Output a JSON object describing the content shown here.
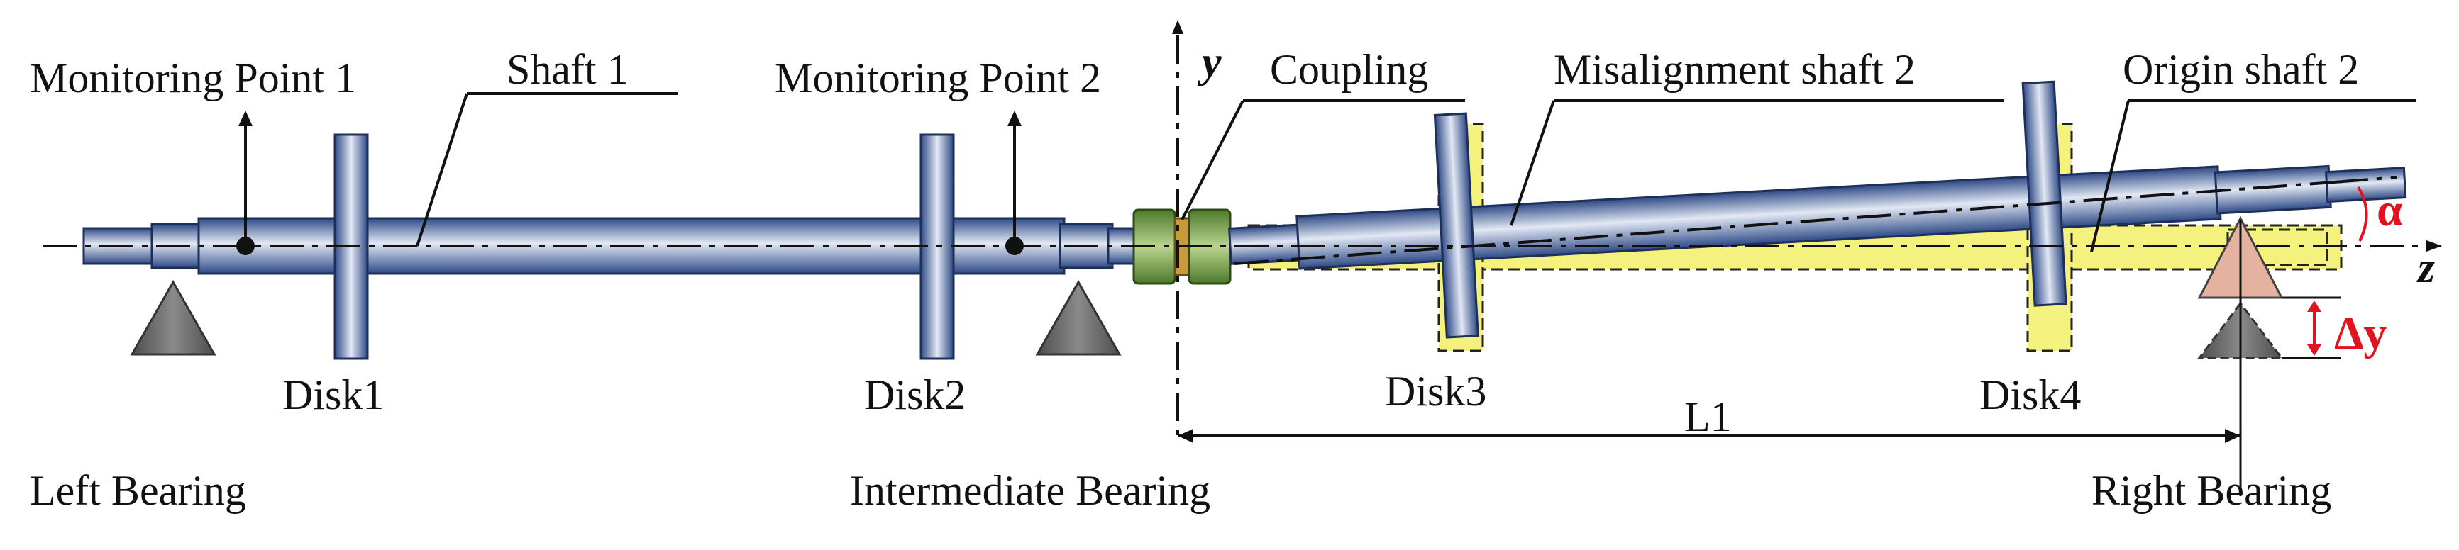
{
  "labels": {
    "monitoring_point_1": "Monitoring Point 1",
    "shaft_1": "Shaft 1",
    "monitoring_point_2": "Monitoring Point 2",
    "y_axis": "y",
    "coupling": "Coupling",
    "misalignment_shaft_2": "Misalignment shaft 2",
    "origin_shaft_2": "Origin shaft 2",
    "alpha": "α",
    "z_axis": "z",
    "delta_y": "Δy",
    "disk1": "Disk1",
    "disk2": "Disk2",
    "disk3": "Disk3",
    "disk4": "Disk4",
    "l1": "L1",
    "left_bearing": "Left Bearing",
    "intermediate_bearing": "Intermediate Bearing",
    "right_bearing": "Right Bearing"
  },
  "colors": {
    "shaft_blue": "#3a5794",
    "shaft_highlight": "#dfe6f2",
    "origin_yellow": "#f3f07a",
    "coupling_green": "#5f8a35",
    "coupling_gold": "#c89a3c",
    "bearing_gray": "#6b6b6b",
    "right_bearing_pink": "#e4b29f",
    "annotation_red": "#e0141e"
  }
}
